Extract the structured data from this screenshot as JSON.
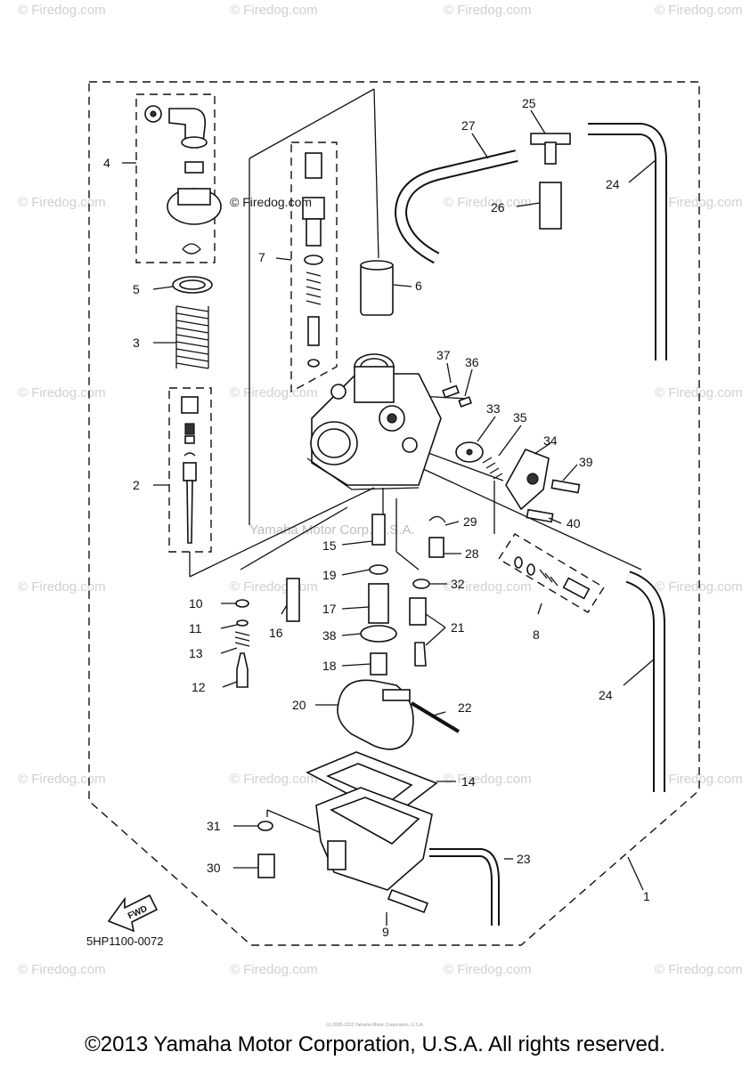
{
  "watermark": {
    "text": "© Firedog.com",
    "inline_text": "© Firedog.com",
    "mid_text": "Yamaha Motor Corp. U.S.A."
  },
  "diagram_code": "5HP1100-0072",
  "fwd_label": "FWD",
  "copyright": "©2013 Yamaha Motor Corporation, U.S.A. All rights reserved.",
  "tiny_print": "(c) 2005-2013 Yamaha Motor Corporation, U.S.A.",
  "callouts": {
    "c1": "1",
    "c2": "2",
    "c3": "3",
    "c4": "4",
    "c5": "5",
    "c6": "6",
    "c7": "7",
    "c8": "8",
    "c9": "9",
    "c10": "10",
    "c11": "11",
    "c12": "12",
    "c13": "13",
    "c14": "14",
    "c15": "15",
    "c16": "16",
    "c17": "17",
    "c18": "18",
    "c19": "19",
    "c20": "20",
    "c21": "21",
    "c22": "22",
    "c23": "23",
    "c24a": "24",
    "c24b": "24",
    "c25": "25",
    "c26": "26",
    "c27": "27",
    "c28": "28",
    "c29": "29",
    "c30": "30",
    "c31": "31",
    "c32": "32",
    "c33": "33",
    "c34": "34",
    "c35": "35",
    "c36": "36",
    "c37": "37",
    "c38": "38",
    "c39": "39",
    "c40": "40"
  }
}
